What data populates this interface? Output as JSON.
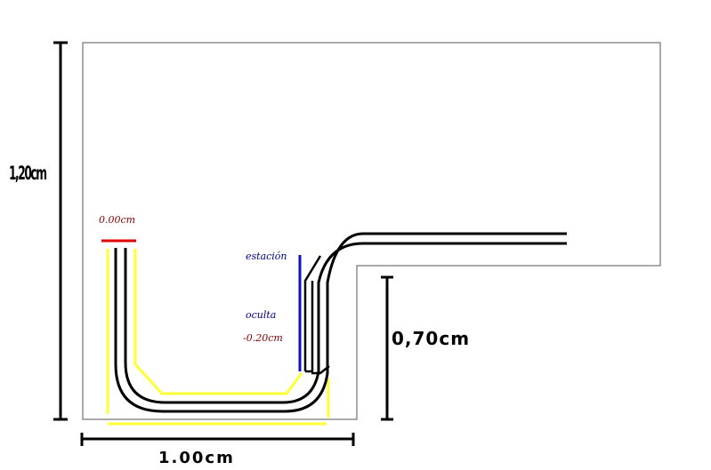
{
  "diagram": {
    "labels": {
      "height_total": "1,20cm",
      "width_total": "1.00cm",
      "height_right": "0,70cm",
      "level_top": "0.00cm",
      "station_line1": "estación",
      "station_line2": "oculta",
      "level_hidden": "-0.20cm"
    },
    "colors": {
      "outline": "#555555",
      "dimension": "#000000",
      "track": "#000000",
      "platform": "#ffff33",
      "level_marker": "#e00000",
      "station_marker": "#1010c0",
      "level_text": "#8b0000",
      "station_text": "#00008b"
    }
  }
}
